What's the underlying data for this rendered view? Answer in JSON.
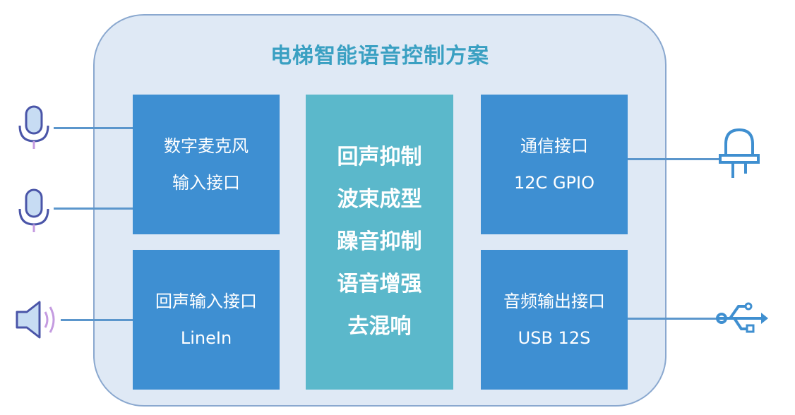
{
  "title": "电梯智能语音控制方案",
  "left_boxes": [
    {
      "line1": "数字麦克风",
      "line2": "输入接口"
    },
    {
      "line1": "回声输入接口",
      "line2": "LineIn"
    }
  ],
  "center_box": {
    "items": [
      "回声抑制",
      "波束成型",
      "躁音抑制",
      "语音增强",
      "去混响"
    ]
  },
  "right_boxes": [
    {
      "line1": "通信接口",
      "line2": "12C GPIO"
    },
    {
      "line1": "音频输出接口",
      "line2": "USB 12S"
    }
  ],
  "icons": {
    "left": [
      "microphone-icon",
      "microphone-icon",
      "speaker-icon"
    ],
    "right": [
      "led-icon",
      "usb-icon"
    ]
  },
  "colors": {
    "panel_bg": "#dfe9f5",
    "panel_border": "#8aa8cf",
    "title": "#3aa0c2",
    "side_box": "#3e8fd2",
    "center_box": "#5bb8cb",
    "connector": "#5b96cc",
    "mic_icon": "#4a55a8",
    "mic_accent": "#c49be0"
  }
}
